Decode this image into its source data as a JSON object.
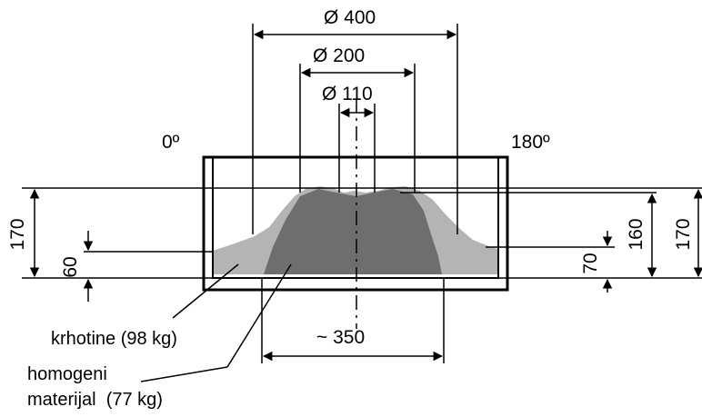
{
  "diagram": {
    "diameters": {
      "d400": "Ø 400",
      "d200": "Ø 200",
      "d110": "Ø 110"
    },
    "angles": {
      "left": "0º",
      "right": "180º"
    },
    "heights": {
      "left_outer": "170",
      "left_inner": "60",
      "right_inner_a": "70",
      "right_inner_b": "160",
      "right_outer": "170"
    },
    "bottom_width": "~ 350",
    "labels": {
      "debris": "krhotine (98 kg)",
      "homogeneous_line1": "homogeni",
      "homogeneous_line2": "materijal  (77 kg)"
    },
    "colors": {
      "debris_fill": "#b4b4b4",
      "homogeneous_fill": "#6e6e6e",
      "lines": "#000000",
      "background": "#ffffff"
    }
  }
}
